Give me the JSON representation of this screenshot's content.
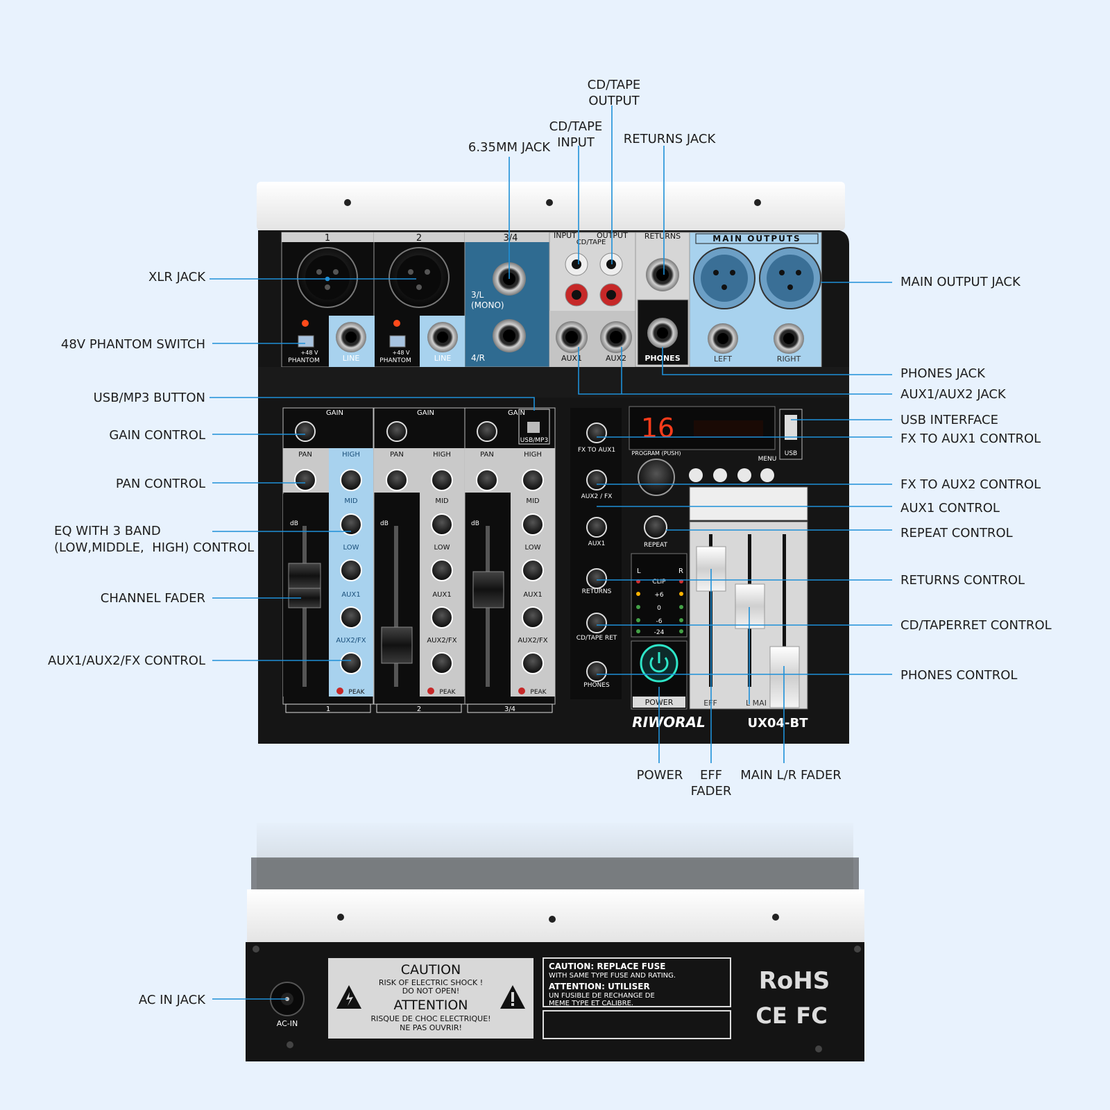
{
  "labels": {
    "left": {
      "xlr_jack": "XLR JACK",
      "phantom_switch": "48V PHANTOM SWITCH",
      "usb_mp3_button": "USB/MP3 BUTTON",
      "gain_control": "GAIN CONTROL",
      "pan_control": "PAN CONTROL",
      "eq_line1": "EQ WITH 3 BAND",
      "eq_line2": "(LOW,MIDDLE,  HIGH) CONTROL",
      "channel_fader": "CHANNEL FADER",
      "aux_fx_control": "AUX1/AUX2/FX CONTROL",
      "ac_in_jack": "AC IN JACK"
    },
    "top": {
      "jack_635": "6.35MM JACK",
      "cd_tape_input": "CD/TAPE\nINPUT",
      "cd_tape_output": "CD/TAPE\nOUTPUT",
      "returns_jack": "RETURNS JACK"
    },
    "right": {
      "main_output_jack": "MAIN OUTPUT JACK",
      "phones_jack": "PHONES JACK",
      "aux_jack": "AUX1/AUX2 JACK",
      "usb_interface": "USB INTERFACE",
      "fx_to_aux1": "FX TO AUX1 CONTROL",
      "fx_to_aux2": "FX TO AUX2 CONTROL",
      "aux1_control": "AUX1 CONTROL",
      "repeat_control": "REPEAT CONTROL",
      "returns_control": "RETURNS CONTROL",
      "cd_tape_ret": "CD/TAPERRET CONTROL",
      "phones_control": "PHONES CONTROL"
    },
    "bottom": {
      "power": "POWER",
      "eff_fader": "EFF\nFADER",
      "main_lr_fader": "MAIN L/R FADER"
    }
  },
  "panel": {
    "ch1": "1",
    "ch2": "2",
    "ch34": "3/4",
    "mono_l": "3/L",
    "mono": "(MONO)",
    "mono_r": "4/R",
    "line": "LINE",
    "phantom": "PHANTOM",
    "phantom_v": "+48 V",
    "input": "INPUT",
    "output": "OUTPUT",
    "cd_tape": "CD/TAPE",
    "returns": "RETURNS",
    "main_outputs": "MAIN OUTPUTS",
    "aux1": "AUX1",
    "aux2": "AUX2",
    "phones": "PHONES",
    "left": "LEFT",
    "right": "RIGHT",
    "gain": "GAIN",
    "pan": "PAN",
    "high": "HIGH",
    "mid": "MID",
    "low": "LOW",
    "aux2fx": "AUX2/FX",
    "peak": "PEAK",
    "db": "dB",
    "usb_mp3": "USB/MP3",
    "fx_to_aux1": "FX TO AUX1",
    "aux2_fx": "AUX2 / FX",
    "returns_knob": "RETURNS",
    "cd_tape_ret": "CD/TAPE RET",
    "repeat": "REPEAT",
    "program": "PROGRAM (PUSH)",
    "menu": "MENU",
    "display": "16",
    "power": "POWER",
    "eff": "EFF",
    "main_l": "L  MAI",
    "clip": "CLIP",
    "meter_plus6": "+6",
    "meter_0": "0",
    "meter_m6": "-6",
    "meter_m24": "-24",
    "meter_l": "L",
    "meter_r": "R",
    "usb": "USB",
    "brand": "RIWORAL",
    "model": "UX04-BT"
  },
  "rear": {
    "caution": "CAUTION",
    "risk1": "RISK OF ELECTRIC SHOCK !",
    "risk2": "DO NOT OPEN!",
    "attention": "ATTENTION",
    "risque1": "RISQUE DE CHOC ELECTRIQUE!",
    "risque2": "NE PAS OUVRIR!",
    "fuse1": "CAUTION: REPLACE FUSE",
    "fuse2": "WITH SAME TYPE FUSE AND RATING.",
    "fuse3": "ATTENTION: UTILISER",
    "fuse4": "UN FUSIBLE DE RECHANGE DE",
    "fuse5": "MEME TYPE ET CALIBRE.",
    "rohs": "RoHS",
    "ce": "CE",
    "fc": "FC",
    "ac_in": "AC-IN"
  },
  "colors": {
    "background": "#e8f2fd",
    "leader_line": "#1e90d8",
    "panel_black": "#161616",
    "panel_blue": "#2f6b91",
    "light_blue": "#a8d2ee",
    "metal": "#c8c8c8"
  }
}
